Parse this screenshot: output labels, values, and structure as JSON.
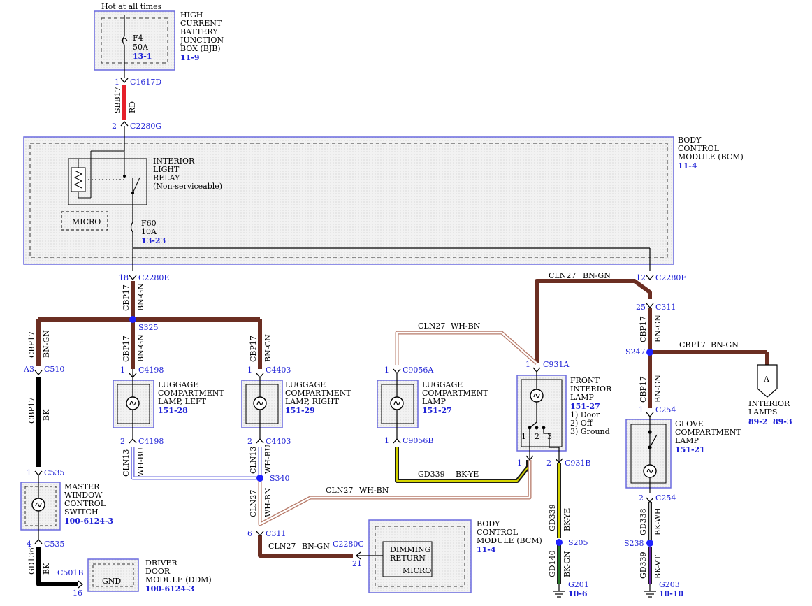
{
  "diagram": {
    "top_note": "Hot at all times",
    "bjb": {
      "fuse": "F4",
      "rating": "50A",
      "ref": "13-1",
      "name": [
        "HIGH",
        "CURRENT",
        "BATTERY",
        "JUNCTION",
        "BOX (BJB)"
      ],
      "name_ref": "11-9"
    },
    "c1617d": {
      "pin": "1",
      "name": "C1617D"
    },
    "wire_sbb17": {
      "circuit": "SBB17",
      "color": "RD"
    },
    "c2280g": {
      "pin": "2",
      "name": "C2280G"
    },
    "bcm": {
      "name": [
        "BODY",
        "CONTROL",
        "MODULE (BCM)"
      ],
      "ref": "11-4"
    },
    "relay": {
      "name": [
        "INTERIOR",
        "LIGHT",
        "RELAY",
        "(Non-serviceable)"
      ],
      "micro": "MICRO"
    },
    "f60": {
      "fuse": "F60",
      "rating": "10A",
      "ref": "13-23"
    },
    "c2280e": {
      "pin": "18",
      "name": "C2280E"
    },
    "c2280f": {
      "pin": "12",
      "name": "C2280F"
    },
    "wire_cbp17": {
      "circuit": "CBP17",
      "color": "BN-GN"
    },
    "s325": "S325",
    "clin27_bngn": {
      "circuit": "CLN27",
      "color": "BN-GN"
    },
    "c311_top": {
      "pin": "25",
      "name": "C311"
    },
    "s247": "S247",
    "interior_lamps": {
      "letter": "A",
      "name": [
        "INTERIOR",
        "LAMPS"
      ],
      "ref1": "89-2",
      "ref2": "89-3"
    },
    "c510": {
      "pin": "A3",
      "name": "C510"
    },
    "wire_bk": {
      "circuit": "CBP17",
      "color": "BK"
    },
    "c535_1": {
      "pin": "1",
      "name": "C535"
    },
    "mwcs": {
      "name": [
        "MASTER",
        "WINDOW",
        "CONTROL",
        "SWITCH"
      ],
      "ref1": "100-6",
      "ref2": "124-3"
    },
    "c535_4": {
      "pin": "4",
      "name": "C535"
    },
    "wire_gd136": {
      "circuit": "GD136",
      "color": "BK"
    },
    "c501b": {
      "pin": "16",
      "name": "C501B"
    },
    "ddm": {
      "gnd": "GND",
      "name": [
        "DRIVER",
        "DOOR",
        "MODULE (DDM)"
      ],
      "ref1": "100-6",
      "ref2": "124-3"
    },
    "c4198_1": {
      "pin": "1",
      "name": "C4198"
    },
    "c4198_2": {
      "pin": "2",
      "name": "C4198"
    },
    "lamp_left": {
      "name": [
        "LUGGAGE",
        "COMPARTMENT",
        "LAMP, LEFT"
      ],
      "ref": "151-28"
    },
    "c4403_1": {
      "pin": "1",
      "name": "C4403"
    },
    "c4403_2": {
      "pin": "2",
      "name": "C4403"
    },
    "lamp_right": {
      "name": [
        "LUGGAGE",
        "COMPARTMENT",
        "LAMP, RIGHT"
      ],
      "ref": "151-29"
    },
    "wire_cln13": {
      "circuit": "CLN13",
      "color": "WH-BU"
    },
    "s340": "S340",
    "wire_cln27_whbn": {
      "circuit": "CLN27",
      "color": "WH-BN"
    },
    "c311_bot": {
      "pin": "6",
      "name": "C311"
    },
    "c2280c": {
      "pin": "21",
      "name": "C2280C"
    },
    "bcm2": {
      "dimming": [
        "DIMMING",
        "RETURN"
      ],
      "micro": "MICRO",
      "name": [
        "BODY",
        "CONTROL",
        "MODULE (BCM)"
      ],
      "ref": "11-4"
    },
    "c9056a": {
      "pin": "1",
      "name": "C9056A"
    },
    "c9056b": {
      "pin": "1",
      "name": "C9056B"
    },
    "lamp_luggage": {
      "name": [
        "LUGGAGE",
        "COMPARTMENT",
        "LAMP"
      ],
      "ref": "151-27"
    },
    "wire_gd339_bkye": {
      "circuit": "GD339",
      "color": "BK-YE"
    },
    "c931a": {
      "pin": "1",
      "name": "C931A"
    },
    "c931b": {
      "pin1": "1",
      "pin2": "2",
      "name": "C931B"
    },
    "front_lamp": {
      "name": [
        "FRONT",
        "INTERIOR",
        "LAMP"
      ],
      "ref": "151-27",
      "positions": [
        "1) Door",
        "2) Off",
        "3) Ground"
      ],
      "switch_pins": [
        "1",
        "2",
        "3"
      ]
    },
    "s205": "S205",
    "wire_gd140": {
      "circuit": "GD140",
      "color": "BK-GN"
    },
    "g201": {
      "name": "G201",
      "ref": "10-6"
    },
    "c254_1": {
      "pin": "1",
      "name": "C254"
    },
    "c254_2": {
      "pin": "2",
      "name": "C254"
    },
    "glove_lamp": {
      "name": [
        "GLOVE",
        "COMPARTMENT",
        "LAMP"
      ],
      "ref": "151-21"
    },
    "wire_gd338": {
      "circuit": "GD338",
      "color": "BK-WH"
    },
    "s238": "S238",
    "wire_gd339_bkvt": {
      "circuit": "GD339",
      "color": "BK-VT"
    },
    "g203": {
      "name": "G203",
      "ref": "10-10"
    }
  }
}
